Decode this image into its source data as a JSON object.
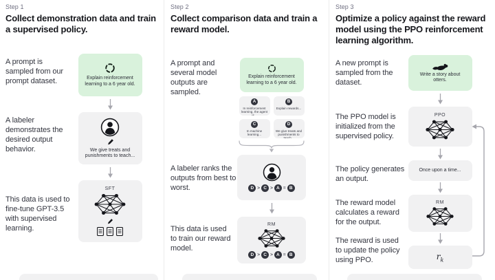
{
  "colors": {
    "green_box": "#d9f2dc",
    "gray_box": "#f1f1f2",
    "step_label": "#6e6e80",
    "title_text": "#17181d",
    "arrow": "#a6a6ad",
    "letter_circle": "#33353e"
  },
  "icons": {
    "sample_prompt": "dashed-circle-icon",
    "labeler": "person-icon",
    "write": "pencil-icon",
    "model": "neural-network-icon",
    "demonstrations": "documents-icon",
    "otter_prompt": "otter-icon",
    "flow": "arrow-down-icon",
    "group": "curly-brace-icon",
    "iterate": "loop-arrow-icon"
  },
  "step1": {
    "label": "Step 1",
    "title": "Collect demonstration data and train a supervised policy.",
    "caption_prompt": "A prompt is sampled from our prompt dataset.",
    "prompt_box": "Explain reinforcement learning to a 6 year old.",
    "caption_labeler": "A labeler demonstrates the desired output behavior.",
    "labeler_box": "We give treats and punishments to teach...",
    "caption_sft": "This data is used to fine-tune GPT-3.5 with supervised learning.",
    "sft_label": "SFT"
  },
  "step2": {
    "label": "Step 2",
    "title": "Collect comparison data and train a reward model.",
    "caption_prompt": "A prompt and several model outputs are sampled.",
    "prompt_box": "Explain reinforcement learning to a 6 year old.",
    "outputs": [
      {
        "letter": "A",
        "text": "In reinforcement learning, the agent is..."
      },
      {
        "letter": "B",
        "text": "Explain rewards..."
      },
      {
        "letter": "C",
        "text": "In machine learning..."
      },
      {
        "letter": "D",
        "text": "We give treats and punishments to teach..."
      }
    ],
    "caption_rank": "A labeler ranks the outputs from best to worst.",
    "ranking": [
      "D",
      ">",
      "C",
      ">",
      "A",
      "=",
      "B"
    ],
    "caption_rm": "This data is used to train our reward model.",
    "rm_label": "RM"
  },
  "step3": {
    "label": "Step 3",
    "title": "Optimize a policy against the reward model using the PPO reinforcement learning algorithm.",
    "caption_prompt": "A new prompt is sampled from the dataset.",
    "prompt_box": "Write a story about otters.",
    "caption_ppo": "The PPO model is initialized from the supervised policy.",
    "ppo_label": "PPO",
    "caption_output": "The policy generates an output.",
    "output_box": "Once upon a time...",
    "caption_reward": "The reward model calculates a reward for the output.",
    "rm_label": "RM",
    "caption_update": "The reward is used to update the policy using PPO.",
    "reward_symbol": "r",
    "reward_subscript": "k"
  }
}
